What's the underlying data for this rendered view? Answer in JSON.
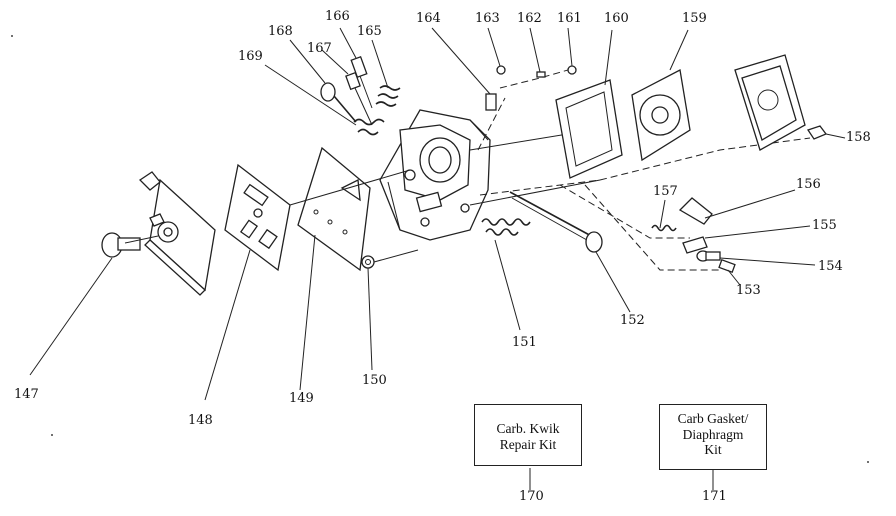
{
  "parts": {
    "p147": "147",
    "p148": "148",
    "p149": "149",
    "p150": "150",
    "p151": "151",
    "p152": "152",
    "p153": "153",
    "p154": "154",
    "p155": "155",
    "p156": "156",
    "p157": "157",
    "p158": "158",
    "p159": "159",
    "p160": "160",
    "p161": "161",
    "p162": "162",
    "p163": "163",
    "p164": "164",
    "p165": "165",
    "p166": "166",
    "p167": "167",
    "p168": "168",
    "p169": "169",
    "p170": "170",
    "p171": "171"
  },
  "kits": {
    "repair_kit": {
      "line1": "Carb. Kwik",
      "line2": "Repair Kit"
    },
    "gasket_kit": {
      "line1": "Carb Gasket/",
      "line2": "Diaphragm",
      "line3": "Kit"
    }
  }
}
